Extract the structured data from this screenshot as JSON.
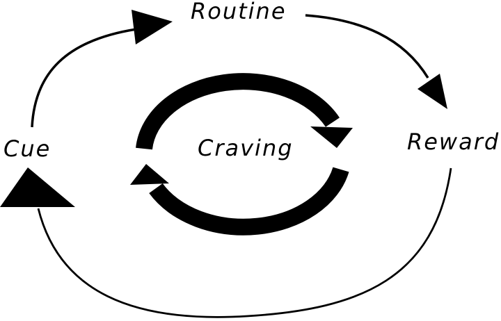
{
  "diagram": {
    "name": "habit-loop",
    "background_color": "#ffffff",
    "ink_color": "#000000",
    "nodes": {
      "cue": {
        "label": "Cue"
      },
      "routine": {
        "label": "Routine"
      },
      "reward": {
        "label": "Reward"
      },
      "craving": {
        "label": "Craving"
      }
    },
    "edges": [
      {
        "from": "Cue",
        "to": "Routine",
        "style": "thin-curved-arrow"
      },
      {
        "from": "Routine",
        "to": "Reward",
        "style": "thin-curved-arrow"
      },
      {
        "from": "Reward",
        "to": "Cue",
        "style": "thin-curved-arrow-large-head"
      },
      {
        "from": "Craving",
        "to": "Craving",
        "style": "thick-circular-cycle"
      }
    ]
  }
}
